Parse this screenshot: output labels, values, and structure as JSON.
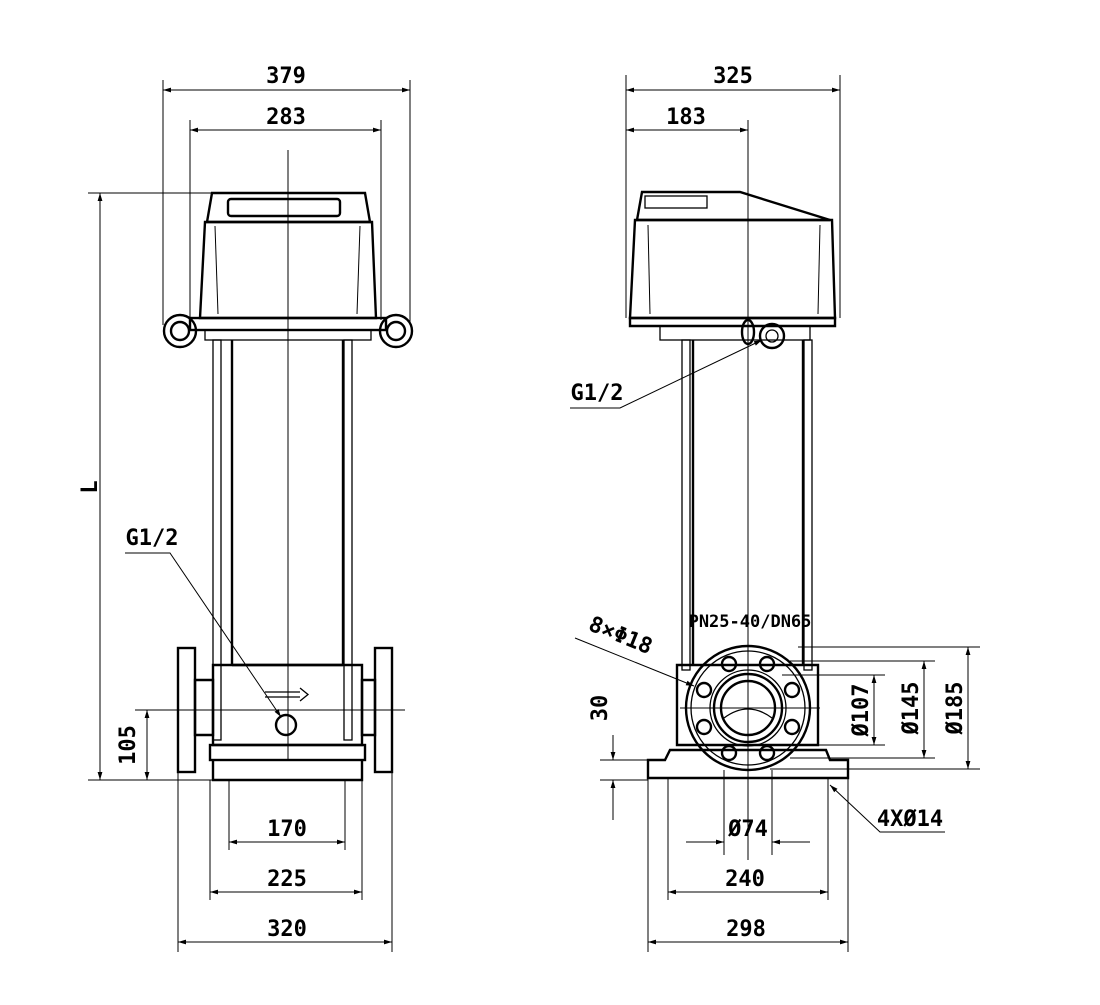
{
  "left_view": {
    "dim_overall_width": "379",
    "dim_motor_width": "283",
    "dim_height": "L",
    "port_label": "G1/2",
    "dim_inlet_height": "105",
    "dim_base_inner": "170",
    "dim_base_width": "225",
    "dim_flange_span": "320"
  },
  "right_view": {
    "dim_overall_width": "325",
    "dim_axis_offset": "183",
    "port_label": "G1/2",
    "flange_spec": "PN25-40/DN65",
    "bolt_holes": "8×Φ18",
    "dim_base_height": "30",
    "dim_bore": "Ø107",
    "dim_bolt_circle": "Ø145",
    "dim_flange_od": "Ø185",
    "dim_inner": "Ø74",
    "base_holes": "4XØ14",
    "dim_base_inner": "240",
    "dim_base_width": "298"
  }
}
